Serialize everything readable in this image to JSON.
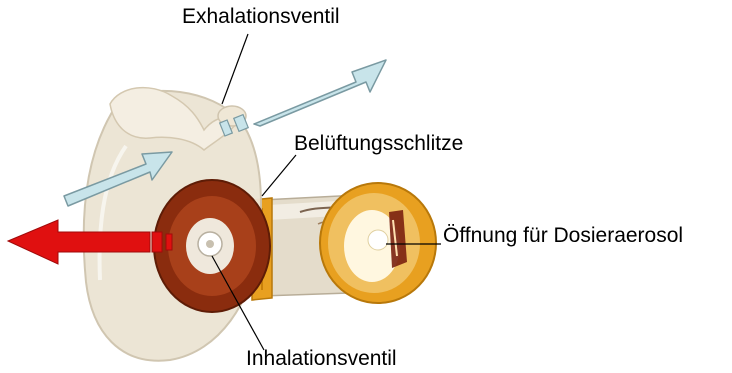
{
  "labels": {
    "exhalation_valve": "Exhalationsventil",
    "vent_slots": "Belüftungsschlitze",
    "dose_opening": "Öffnung für Dosieraerosol",
    "inhalation_valve": "Inhalationsventil"
  },
  "colors": {
    "background": "#ffffff",
    "label_text": "#000000",
    "exhale_arrow": "#c8e4ea",
    "inhale_arrow": "#e01010",
    "mask": "#ece4d4",
    "valve_ring": "#8a2c0e",
    "spacer_cap": "#e8a020"
  },
  "arrows": [
    {
      "name": "exhale-flow-arrow-out",
      "meaning": "exhaled air leaving through exhalation valve",
      "color": "#c8e4ea"
    },
    {
      "name": "exhale-flow-arrow-in",
      "meaning": "exhaled air into mask",
      "color": "#c8e4ea"
    },
    {
      "name": "inhale-flow-arrow",
      "meaning": "inhaled aerosol flow",
      "color": "#e01010"
    }
  ]
}
